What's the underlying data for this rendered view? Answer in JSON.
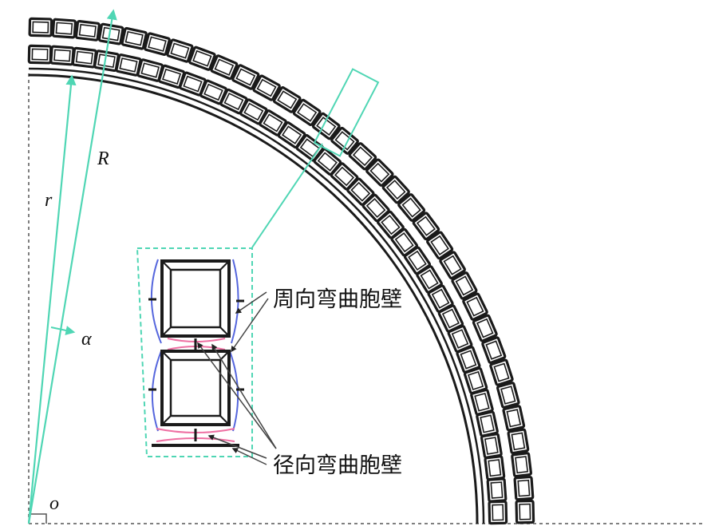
{
  "labels": {
    "R": "R",
    "r": "r",
    "alpha": "α",
    "origin": "o",
    "circumferential_wall": "周向弯曲胞壁",
    "radial_wall": "径向弯曲胞壁"
  },
  "colors": {
    "structure": "#1a1a1a",
    "accent": "#4fd6b4",
    "circumferential_wall": "#5566dd",
    "radial_wall": "#ee6fa2",
    "axis": "#555555"
  }
}
